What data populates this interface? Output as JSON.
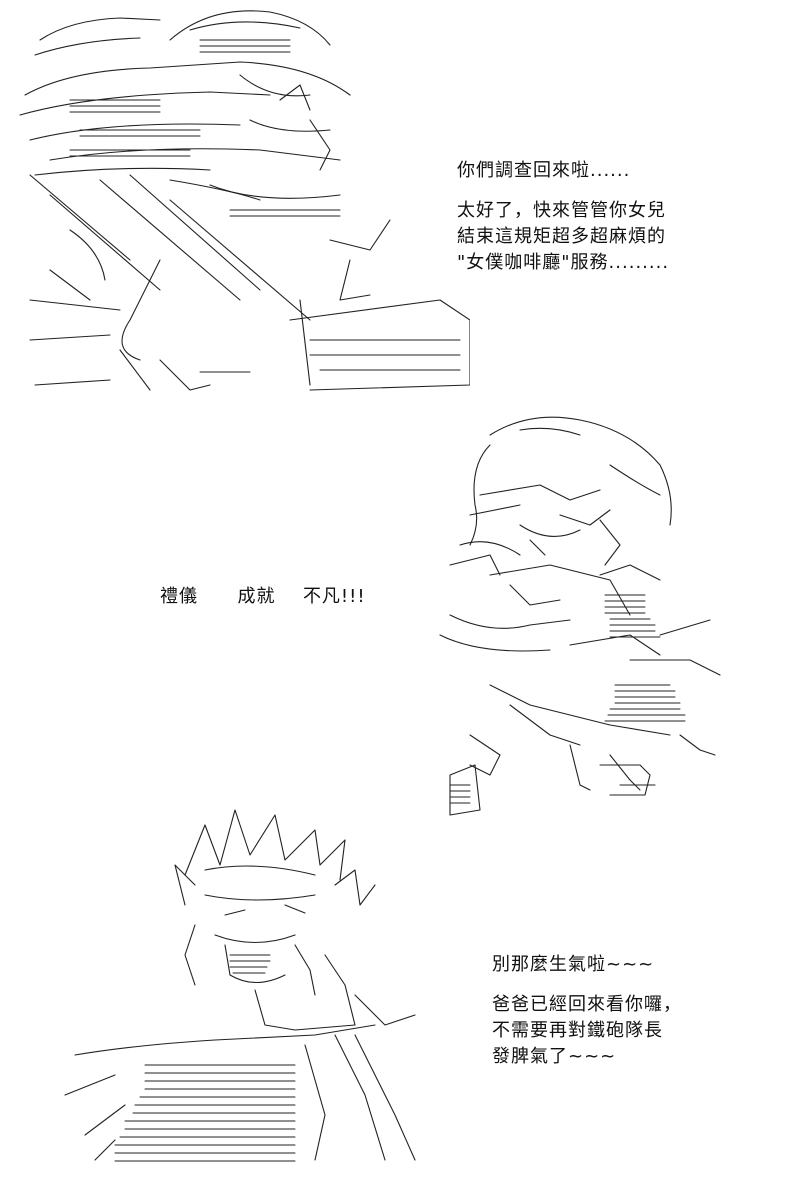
{
  "panels": [
    {
      "id": "panel-top",
      "lines": [
        "你們調查回來啦......",
        "",
        "太好了，快來管管你女兒",
        "結束這規矩超多超麻煩的",
        "\"女僕咖啡廳\"服務........."
      ]
    },
    {
      "id": "panel-middle",
      "caption": {
        "part1": "禮儀",
        "part2": "成就",
        "part3": "不凡!!!"
      }
    },
    {
      "id": "panel-bottom",
      "lines": [
        "別那麼生氣啦~~~",
        "",
        "爸爸已經回來看你囉，",
        "不需要再對鐵砲隊長",
        "發脾氣了~~~"
      ]
    }
  ],
  "art": {
    "top": "ascii-art-character-with-large-hat-and-bow",
    "middle": "ascii-art-girl-in-maid-outfit-leaping",
    "bottom": "ascii-art-spiky-haired-man-laughing"
  }
}
